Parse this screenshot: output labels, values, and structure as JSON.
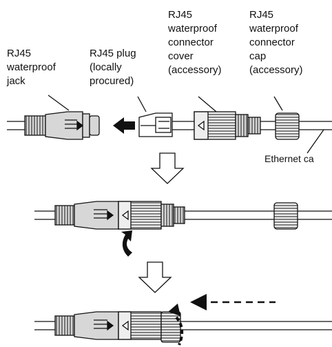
{
  "labels": {
    "jack": [
      "RJ45",
      "waterproof",
      "jack"
    ],
    "plug": [
      "RJ45 plug",
      "(locally",
      "procured)"
    ],
    "cover": [
      "RJ45",
      "waterproof",
      "connector",
      "cover",
      "(accessory)"
    ],
    "cap": [
      "RJ45",
      "waterproof",
      "connector",
      "cap",
      "(accessory)"
    ],
    "cable": "Ethernet ca"
  },
  "colors": {
    "outline": "#111111",
    "fill_gray": "#d7d7d7",
    "fill_light": "#eeeeee",
    "arrow": "#111111"
  },
  "icons": [
    "down-arrow-icon",
    "push-arrow-icon",
    "rotate-arrow-icon",
    "slide-arrow-icon"
  ]
}
